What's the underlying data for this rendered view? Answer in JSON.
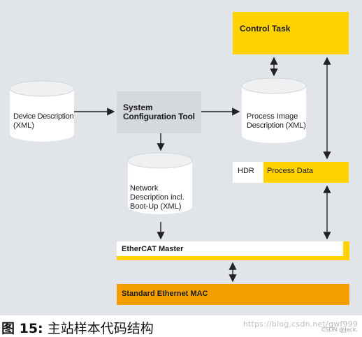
{
  "nodes": {
    "control_task": "Control Task",
    "device_description": [
      "Device Description",
      "(XML)"
    ],
    "system_config_tool": [
      "System",
      "Configuration Tool"
    ],
    "process_image": [
      "Process Image",
      "Description (XML)"
    ],
    "hdr": "HDR",
    "process_data": "Process Data",
    "network_description": [
      "Network",
      "Description incl.",
      "Boot-Up (XML)"
    ],
    "ethercat_master": "EtherCAT Master",
    "standard_ethernet_mac": "Standard Ethernet MAC"
  },
  "caption": {
    "prefix": "图 15:",
    "text": " 主站样本代码结构"
  },
  "watermark": "https://blog.csdn.net/gwf999",
  "watermark2": "CSDN @Jack.",
  "colors": {
    "panel_bg": "#e1e4e8",
    "yellow": "#ffd200",
    "orange": "#f5a000",
    "white": "#ffffff",
    "box_gray": "#d5d8dc",
    "arrow": "#222222"
  }
}
